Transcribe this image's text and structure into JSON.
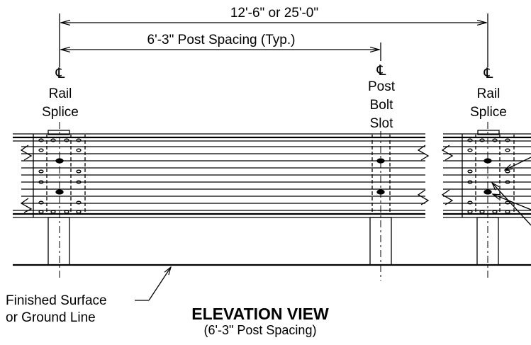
{
  "dimensions": {
    "overall": "12'-6\" or 25'-0\"",
    "post_spacing": "6'-3\" Post Spacing (Typ.)"
  },
  "centerline_symbol": "℄",
  "labels": {
    "left_splice": [
      "Rail",
      "Splice"
    ],
    "post_bolt_slot": [
      "Post",
      "Bolt",
      "Slot"
    ],
    "right_splice": [
      "Rail",
      "Splice"
    ],
    "ground": [
      "Finished Surface",
      "or Ground Line"
    ]
  },
  "title": "ELEVATION VIEW",
  "subtitle": "(6'-3\" Post Spacing)"
}
